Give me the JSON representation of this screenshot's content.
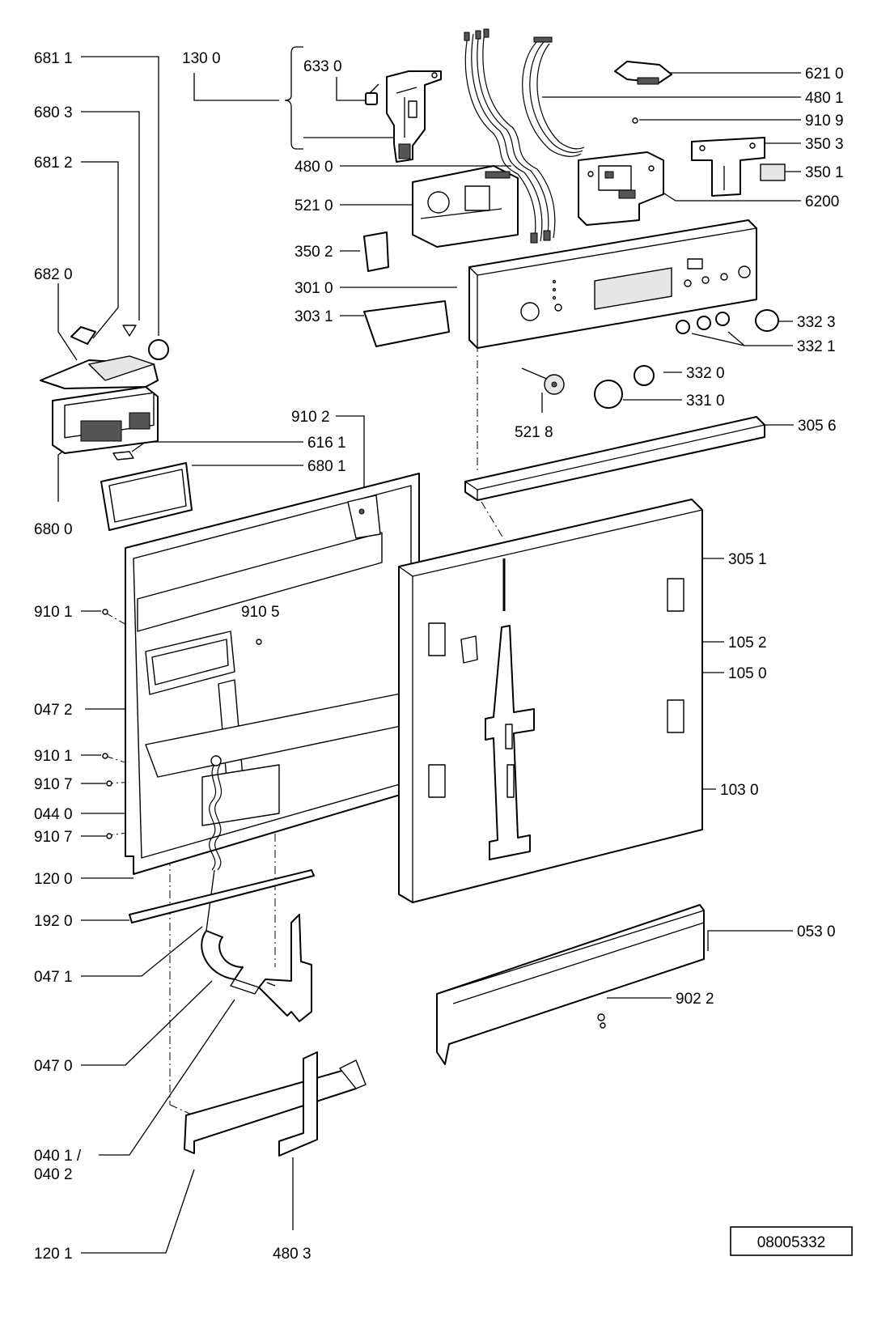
{
  "labels": {
    "p6811": "681 1",
    "p1300": "130 0",
    "p6330": "633 0",
    "p6210": "621 0",
    "p4801": "480 1",
    "p9109": "910 9",
    "p6803": "680 3",
    "p3503": "350 3",
    "p6812": "681 2",
    "p4800": "480 0",
    "p3501": "350 1",
    "p5210": "521 0",
    "p6200": "6200",
    "p3502": "350 2",
    "p6820": "682 0",
    "p3010": "301 0",
    "p3031": "303 1",
    "p3323": "332 3",
    "p3321": "332 1",
    "p3320": "332 0",
    "p3310": "331 0",
    "p9102": "910 2",
    "p5218": "521 8",
    "p3056": "305 6",
    "p6161": "616 1",
    "p6801": "680 1",
    "p6800": "680 0",
    "p3051": "305 1",
    "p9101a": "910 1",
    "p9105": "910 5",
    "p1052": "105 2",
    "p1050": "105 0",
    "p0472": "047 2",
    "p9101b": "910 1",
    "p9107a": "910 7",
    "p1030": "103 0",
    "p0440": "044 0",
    "p9107b": "910 7",
    "p1200": "120 0",
    "p1920": "192 0",
    "p0530": "053 0",
    "p0471": "047 1",
    "p9022": "902 2",
    "p0470": "047 0",
    "p0401": "040 1 /",
    "p0402": "040 2",
    "p1201": "120 1",
    "p4803": "480 3"
  },
  "reference_number": "08005332"
}
